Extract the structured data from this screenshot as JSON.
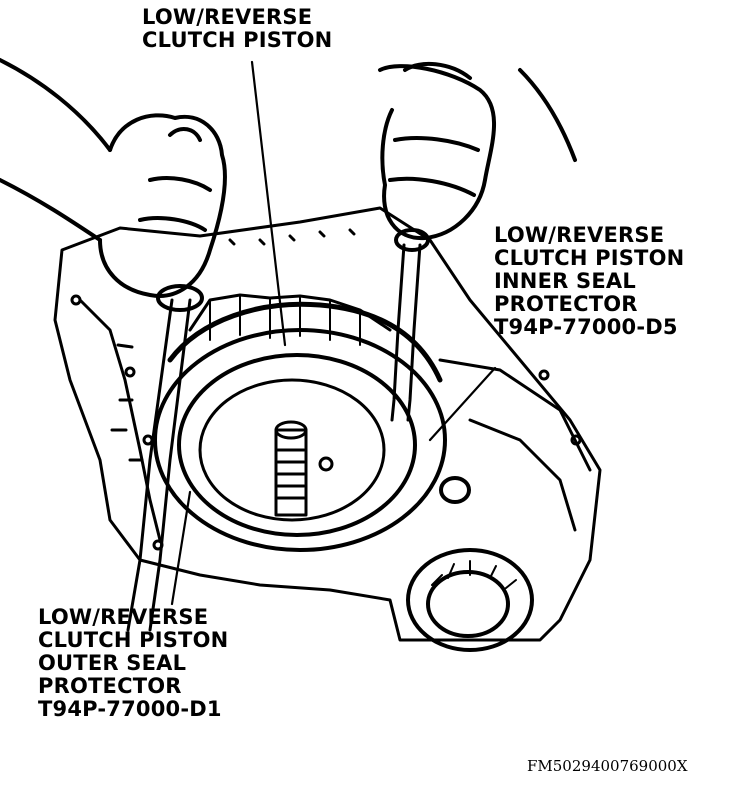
{
  "callouts": {
    "top": {
      "lines": [
        "LOW/REVERSE",
        "CLUTCH PISTON"
      ]
    },
    "right": {
      "lines": [
        "LOW/REVERSE",
        "CLUTCH PISTON",
        "INNER SEAL",
        "PROTECTOR",
        "T94P-77000-D5"
      ]
    },
    "bottom": {
      "lines": [
        "LOW/REVERSE",
        "CLUTCH PISTON",
        "OUTER SEAL",
        "PROTECTOR",
        "T94P-77000-D1"
      ]
    }
  },
  "figure_id": "FM5029400769000X",
  "colors": {
    "ink": "#000000",
    "paper": "#ffffff"
  }
}
